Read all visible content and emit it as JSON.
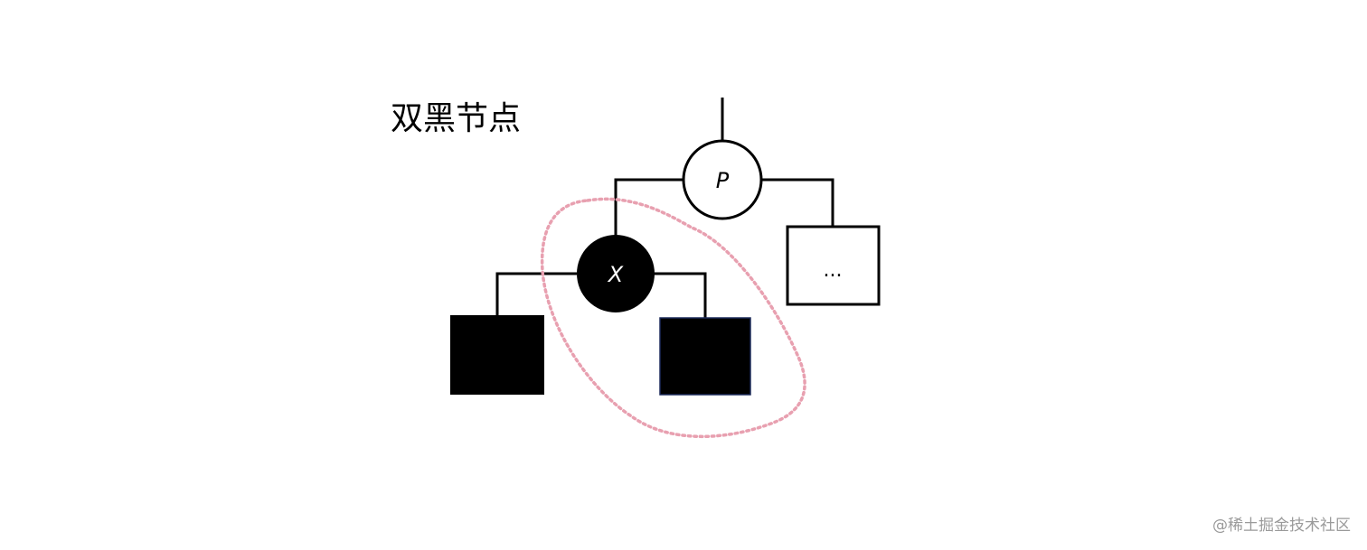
{
  "title": "双黑节点",
  "nodes": {
    "parent": {
      "label": "P"
    },
    "x": {
      "label": "X"
    },
    "sibling": {
      "label": "..."
    }
  },
  "watermark": "@稀土掘金技术社区",
  "colors": {
    "line": "#000000",
    "black_node": "#000000",
    "white_node": "#ffffff",
    "highlight_dotted": "#e8a0b0",
    "box_border_accent": "#1c2a5a",
    "watermark": "#9a9a9a"
  }
}
